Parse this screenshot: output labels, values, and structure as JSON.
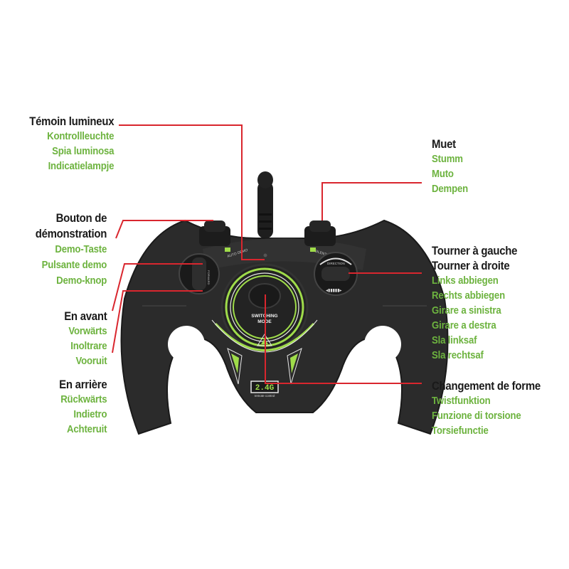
{
  "colors": {
    "leader_line": "#d9262e",
    "heading_text": "#1a1a1a",
    "translation_text": "#6db33f",
    "controller_body": "#2a2a2a",
    "controller_accent": "#9fdc4a"
  },
  "controller": {
    "top_left_text": "AUTO DEMO",
    "top_right_text": "SILENT KEY",
    "left_dial_text": "FORWARD",
    "right_dial_text": "DIRECTION",
    "center_button_text_1": "SWITCHING",
    "center_button_text_2": "MODE",
    "badge_text": "2.4G",
    "badge_subtext": "remote control"
  },
  "labels": {
    "indicator": {
      "title": "Témoin lumineux",
      "translations": [
        "Kontrollleuchte",
        "Spia luminosa",
        "Indicatielampje"
      ]
    },
    "demo_button": {
      "title_line1": "Bouton de",
      "title_line2": "démonstration",
      "translations": [
        "Demo-Taste",
        "Pulsante demo",
        "Demo-knop"
      ]
    },
    "forward": {
      "title": "En avant",
      "translations": [
        "Vorwärts",
        "Inoltrare",
        "Vooruit"
      ]
    },
    "backward": {
      "title": "En arrière",
      "translations": [
        "Rückwärts",
        "Indietro",
        "Achteruit"
      ]
    },
    "mute": {
      "title": "Muet",
      "translations": [
        "Stumm",
        "Muto",
        "Dempen"
      ]
    },
    "turn": {
      "title_line1": "Tourner à gauche",
      "title_line2": "Tourner à droite",
      "translations": [
        "Links abbiegen",
        "Rechts abbiegen",
        "Girare a sinistra",
        "Girare a destra",
        "Sla linksaf",
        "Sla rechtsaf"
      ]
    },
    "transform": {
      "title": "Changement de forme",
      "translations": [
        "Twistfunktion",
        "Funzione di torsione",
        "Torsiefunctie"
      ]
    }
  }
}
